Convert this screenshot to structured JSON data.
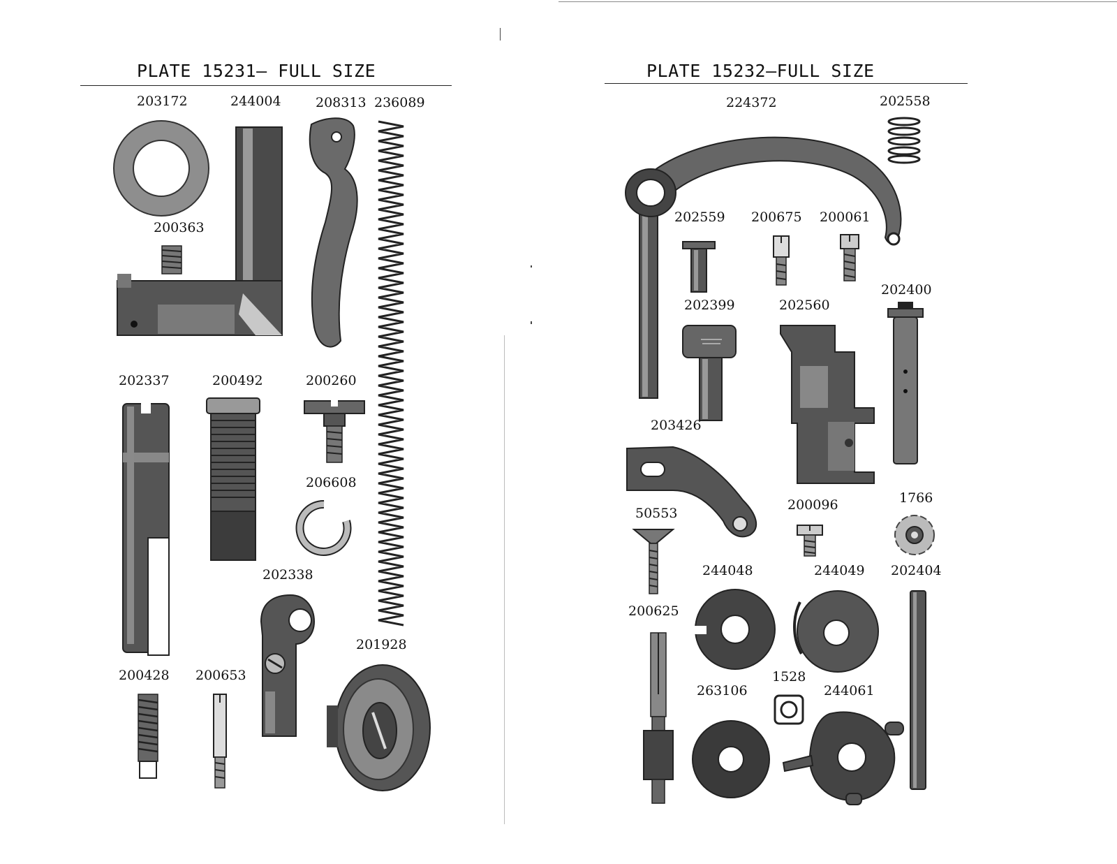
{
  "left_plate": {
    "title": "PLATE 15231— FULL SIZE",
    "parts": {
      "p203172": "203172",
      "p244004": "244004",
      "p208313": "208313",
      "p236089": "236089",
      "p200363": "200363",
      "p202337": "202337",
      "p200492": "200492",
      "p200260": "200260",
      "p206608": "206608",
      "p202338": "202338",
      "p201928": "201928",
      "p200428": "200428",
      "p200653": "200653"
    }
  },
  "right_plate": {
    "title": "PLATE 15232—FULL SIZE",
    "parts": {
      "p224372": "224372",
      "p202558": "202558",
      "p202559": "202559",
      "p200675": "200675",
      "p200061": "200061",
      "p202400": "202400",
      "p202399": "202399",
      "p202560": "202560",
      "p203426": "203426",
      "p50553": "50553",
      "p200096": "200096",
      "p1766": "1766",
      "p244048": "244048",
      "p244049": "244049",
      "p202404": "202404",
      "p200625": "200625",
      "p263106": "263106",
      "p1528": "1528",
      "p244061": "244061"
    }
  }
}
